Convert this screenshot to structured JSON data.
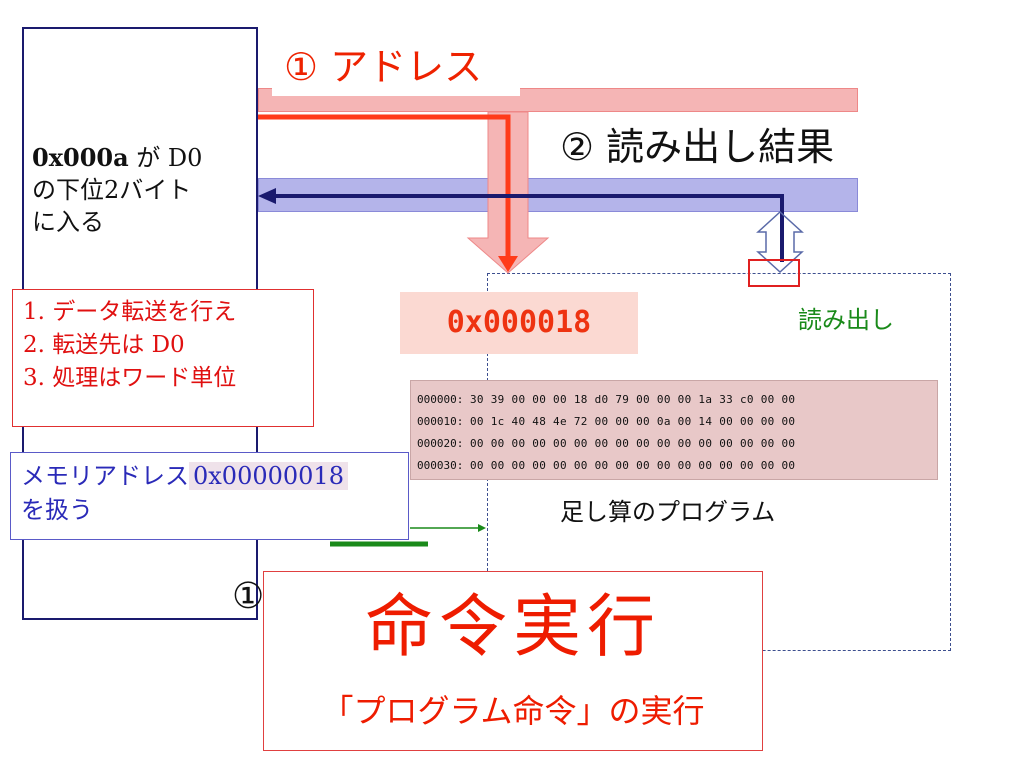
{
  "labels": {
    "step1": "① アドレス",
    "step2": "② 読み出し結果",
    "read": "読み出し",
    "address_value": "0x000018",
    "step1_partial": "①"
  },
  "cpu": {
    "line1_bold": "0x000a",
    "line1_rest": " が D0",
    "line2": "の下位2バイト",
    "line3": "に入る"
  },
  "decode": {
    "items": [
      "1. データ転送を行え",
      "2. 転送先は D0",
      "3. 処理はワード単位"
    ]
  },
  "memory_address": {
    "prefix": "メモリアドレス",
    "value": "0x00000018",
    "suffix": "を扱う"
  },
  "hexdump": {
    "rows": [
      {
        "addr": "000000:",
        "bytes": "30 39 00 00 00 18 d0 79 00 00 00 1a 33 c0 00 00"
      },
      {
        "addr": "000010:",
        "bytes": "00 1c 40 48 4e 72 00 00 00 0a 00 14 00 00 00 00"
      },
      {
        "addr": "000020:",
        "bytes": "00 00 00 00 00 00 00 00 00 00 00 00 00 00 00 00"
      },
      {
        "addr": "000030:",
        "bytes": "00 00 00 00 00 00 00 00 00 00 00 00 00 00 00 00"
      }
    ],
    "caption": "足し算のプログラム"
  },
  "execute": {
    "title": "命令実行",
    "subtitle": "「プログラム命令」の実行"
  },
  "colors": {
    "red": "#ee1c00",
    "navy": "#1a1a6e",
    "green": "#1a8a1a",
    "pink_band": "#f5b5b5",
    "blue_band": "#b4b4ea"
  }
}
